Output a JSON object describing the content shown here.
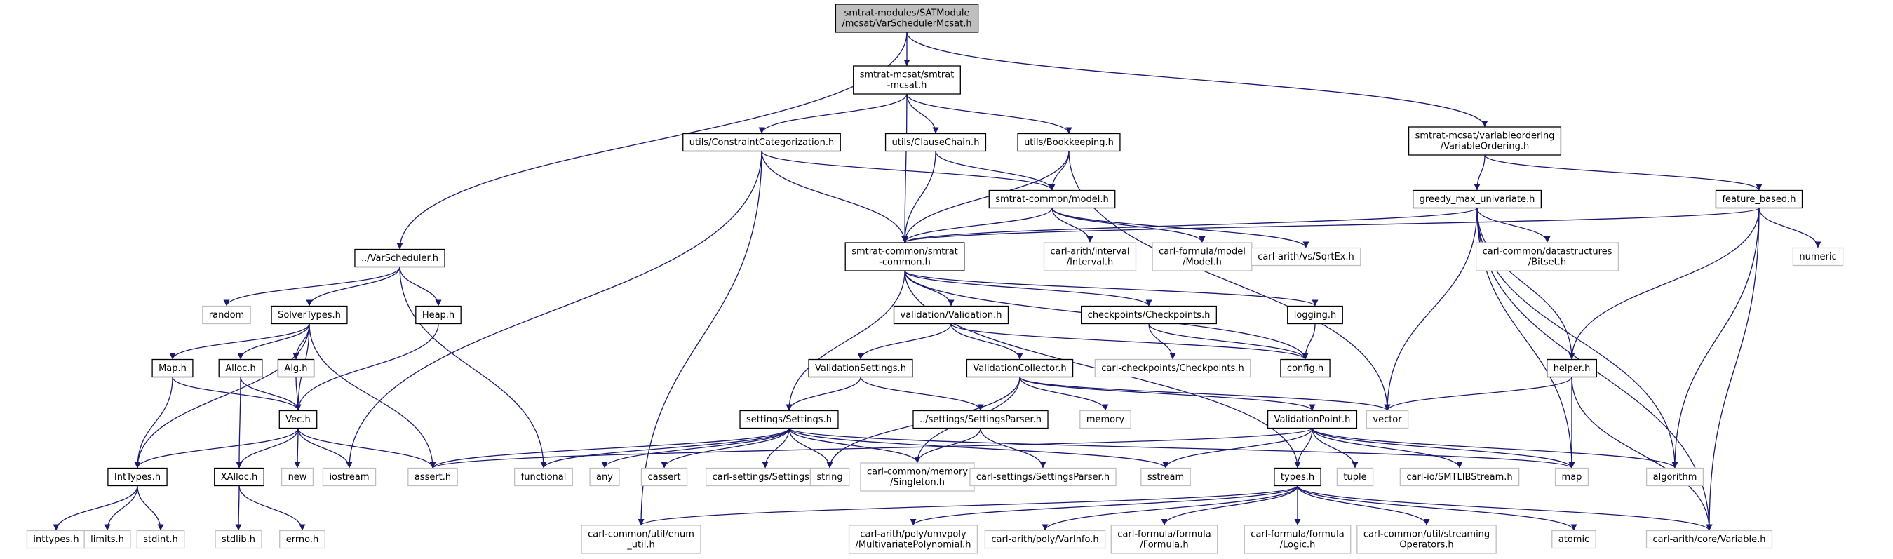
{
  "nodes": [
    {
      "id": "root",
      "lines": [
        "smtrat-modules/SATModule",
        "/mcsat/VarSchedulerMcsat.h"
      ],
      "kind": "root"
    },
    {
      "id": "smtrat_mcsat",
      "lines": [
        "smtrat-mcsat/smtrat",
        "-mcsat.h"
      ],
      "kind": "local"
    },
    {
      "id": "varordering",
      "lines": [
        "smtrat-mcsat/variableordering",
        "/VariableOrdering.h"
      ],
      "kind": "local"
    },
    {
      "id": "varscheduler",
      "lines": [
        "../VarScheduler.h"
      ],
      "kind": "local"
    },
    {
      "id": "constraintcat",
      "lines": [
        "utils/ConstraintCategorization.h"
      ],
      "kind": "local"
    },
    {
      "id": "clausechain",
      "lines": [
        "utils/ClauseChain.h"
      ],
      "kind": "local"
    },
    {
      "id": "bookkeeping",
      "lines": [
        "utils/Bookkeeping.h"
      ],
      "kind": "local"
    },
    {
      "id": "model",
      "lines": [
        "smtrat-common/model.h"
      ],
      "kind": "local"
    },
    {
      "id": "greedy",
      "lines": [
        "greedy_max_univariate.h"
      ],
      "kind": "local"
    },
    {
      "id": "feature",
      "lines": [
        "feature_based.h"
      ],
      "kind": "local"
    },
    {
      "id": "smtrat_common",
      "lines": [
        "smtrat-common/smtrat",
        "-common.h"
      ],
      "kind": "local"
    },
    {
      "id": "interval",
      "lines": [
        "carl-arith/interval",
        "/Interval.h"
      ],
      "kind": "external"
    },
    {
      "id": "fmodel",
      "lines": [
        "carl-formula/model",
        "/Model.h"
      ],
      "kind": "external"
    },
    {
      "id": "sqrtex",
      "lines": [
        "carl-arith/vs/SqrtEx.h"
      ],
      "kind": "external"
    },
    {
      "id": "bitset",
      "lines": [
        "carl-common/datastructures",
        "/Bitset.h"
      ],
      "kind": "external"
    },
    {
      "id": "numeric",
      "lines": [
        "numeric"
      ],
      "kind": "external"
    },
    {
      "id": "random",
      "lines": [
        "random"
      ],
      "kind": "external"
    },
    {
      "id": "solvertypes",
      "lines": [
        "SolverTypes.h"
      ],
      "kind": "local"
    },
    {
      "id": "heap",
      "lines": [
        "Heap.h"
      ],
      "kind": "local"
    },
    {
      "id": "validation",
      "lines": [
        "validation/Validation.h"
      ],
      "kind": "local"
    },
    {
      "id": "checkpoints",
      "lines": [
        "checkpoints/Checkpoints.h"
      ],
      "kind": "local"
    },
    {
      "id": "logging",
      "lines": [
        "logging.h"
      ],
      "kind": "local"
    },
    {
      "id": "maph",
      "lines": [
        "Map.h"
      ],
      "kind": "local"
    },
    {
      "id": "alloch",
      "lines": [
        "Alloc.h"
      ],
      "kind": "local"
    },
    {
      "id": "algh",
      "lines": [
        "Alg.h"
      ],
      "kind": "local"
    },
    {
      "id": "valsettings",
      "lines": [
        "ValidationSettings.h"
      ],
      "kind": "local"
    },
    {
      "id": "valcollector",
      "lines": [
        "ValidationCollector.h"
      ],
      "kind": "local"
    },
    {
      "id": "carlcheckpoints",
      "lines": [
        "carl-checkpoints/Checkpoints.h"
      ],
      "kind": "external"
    },
    {
      "id": "configh",
      "lines": [
        "config.h"
      ],
      "kind": "local"
    },
    {
      "id": "helperh",
      "lines": [
        "helper.h"
      ],
      "kind": "local"
    },
    {
      "id": "vech",
      "lines": [
        "Vec.h"
      ],
      "kind": "local"
    },
    {
      "id": "memory",
      "lines": [
        "memory"
      ],
      "kind": "external"
    },
    {
      "id": "vector",
      "lines": [
        "vector"
      ],
      "kind": "external"
    },
    {
      "id": "settings",
      "lines": [
        "settings/Settings.h"
      ],
      "kind": "local"
    },
    {
      "id": "settingsparser",
      "lines": [
        "../settings/SettingsParser.h"
      ],
      "kind": "local"
    },
    {
      "id": "valpoint",
      "lines": [
        "ValidationPoint.h"
      ],
      "kind": "local"
    },
    {
      "id": "inttypes",
      "lines": [
        "IntTypes.h"
      ],
      "kind": "local"
    },
    {
      "id": "xalloc",
      "lines": [
        "XAlloc.h"
      ],
      "kind": "local"
    },
    {
      "id": "new",
      "lines": [
        "new"
      ],
      "kind": "external"
    },
    {
      "id": "iostream",
      "lines": [
        "iostream"
      ],
      "kind": "external"
    },
    {
      "id": "asserth",
      "lines": [
        "assert.h"
      ],
      "kind": "external"
    },
    {
      "id": "functional",
      "lines": [
        "functional"
      ],
      "kind": "external"
    },
    {
      "id": "any",
      "lines": [
        "any"
      ],
      "kind": "external"
    },
    {
      "id": "cassert",
      "lines": [
        "cassert"
      ],
      "kind": "external"
    },
    {
      "id": "carlsettings",
      "lines": [
        "carl-settings/Settings.h"
      ],
      "kind": "external"
    },
    {
      "id": "string",
      "lines": [
        "string"
      ],
      "kind": "external"
    },
    {
      "id": "singleton",
      "lines": [
        "carl-common/memory",
        "/Singleton.h"
      ],
      "kind": "external"
    },
    {
      "id": "carlsettingsparser",
      "lines": [
        "carl-settings/SettingsParser.h"
      ],
      "kind": "external"
    },
    {
      "id": "sstream",
      "lines": [
        "sstream"
      ],
      "kind": "external"
    },
    {
      "id": "typesh",
      "lines": [
        "types.h"
      ],
      "kind": "local"
    },
    {
      "id": "tuple",
      "lines": [
        "tuple"
      ],
      "kind": "external"
    },
    {
      "id": "smtlibstream",
      "lines": [
        "carl-io/SMTLIBStream.h"
      ],
      "kind": "external"
    },
    {
      "id": "maps",
      "lines": [
        "map"
      ],
      "kind": "external"
    },
    {
      "id": "algorithm",
      "lines": [
        "algorithm"
      ],
      "kind": "external"
    },
    {
      "id": "inttypes_sys",
      "lines": [
        "inttypes.h"
      ],
      "kind": "external"
    },
    {
      "id": "limits",
      "lines": [
        "limits.h"
      ],
      "kind": "external"
    },
    {
      "id": "stdint",
      "lines": [
        "stdint.h"
      ],
      "kind": "external"
    },
    {
      "id": "stdlib",
      "lines": [
        "stdlib.h"
      ],
      "kind": "external"
    },
    {
      "id": "errno",
      "lines": [
        "errno.h"
      ],
      "kind": "external"
    },
    {
      "id": "enumutil",
      "lines": [
        "carl-common/util/enum",
        "_util.h"
      ],
      "kind": "external"
    },
    {
      "id": "multipoly",
      "lines": [
        "carl-arith/poly/umvpoly",
        "/MultivariatePolynomial.h"
      ],
      "kind": "external"
    },
    {
      "id": "varinfo",
      "lines": [
        "carl-arith/poly/VarInfo.h"
      ],
      "kind": "external"
    },
    {
      "id": "formula",
      "lines": [
        "carl-formula/formula",
        "/Formula.h"
      ],
      "kind": "external"
    },
    {
      "id": "logic",
      "lines": [
        "carl-formula/formula",
        "/Logic.h"
      ],
      "kind": "external"
    },
    {
      "id": "streamingops",
      "lines": [
        "carl-common/util/streaming",
        "Operators.h"
      ],
      "kind": "external"
    },
    {
      "id": "atomic",
      "lines": [
        "atomic"
      ],
      "kind": "external"
    },
    {
      "id": "variable",
      "lines": [
        "carl-arith/core/Variable.h"
      ],
      "kind": "external"
    }
  ],
  "edges": [
    [
      "root",
      "smtrat_mcsat"
    ],
    [
      "root",
      "varordering"
    ],
    [
      "root",
      "varscheduler"
    ],
    [
      "smtrat_mcsat",
      "constraintcat"
    ],
    [
      "smtrat_mcsat",
      "clausechain"
    ],
    [
      "smtrat_mcsat",
      "bookkeeping"
    ],
    [
      "smtrat_mcsat",
      "smtrat_common"
    ],
    [
      "constraintcat",
      "model"
    ],
    [
      "constraintcat",
      "smtrat_common"
    ],
    [
      "constraintcat",
      "iostream"
    ],
    [
      "constraintcat",
      "enumutil"
    ],
    [
      "clausechain",
      "model"
    ],
    [
      "clausechain",
      "smtrat_common"
    ],
    [
      "bookkeeping",
      "model"
    ],
    [
      "bookkeeping",
      "smtrat_common"
    ],
    [
      "bookkeeping",
      "vector"
    ],
    [
      "model",
      "smtrat_common"
    ],
    [
      "model",
      "interval"
    ],
    [
      "model",
      "fmodel"
    ],
    [
      "model",
      "sqrtex"
    ],
    [
      "varordering",
      "greedy"
    ],
    [
      "varordering",
      "feature"
    ],
    [
      "greedy",
      "smtrat_common"
    ],
    [
      "greedy",
      "bitset"
    ],
    [
      "greedy",
      "helperh"
    ],
    [
      "greedy",
      "vector"
    ],
    [
      "greedy",
      "maps"
    ],
    [
      "greedy",
      "algorithm"
    ],
    [
      "greedy",
      "variable"
    ],
    [
      "feature",
      "smtrat_common"
    ],
    [
      "feature",
      "numeric"
    ],
    [
      "feature",
      "helperh"
    ],
    [
      "feature",
      "algorithm"
    ],
    [
      "feature",
      "variable"
    ],
    [
      "smtrat_common",
      "validation"
    ],
    [
      "smtrat_common",
      "checkpoints"
    ],
    [
      "smtrat_common",
      "logging"
    ],
    [
      "smtrat_common",
      "configh"
    ],
    [
      "smtrat_common",
      "settings"
    ],
    [
      "smtrat_common",
      "typesh"
    ],
    [
      "validation",
      "valsettings"
    ],
    [
      "validation",
      "valcollector"
    ],
    [
      "validation",
      "configh"
    ],
    [
      "checkpoints",
      "carlcheckpoints"
    ],
    [
      "checkpoints",
      "configh"
    ],
    [
      "logging",
      "configh"
    ],
    [
      "valsettings",
      "settings"
    ],
    [
      "valsettings",
      "settingsparser"
    ],
    [
      "valcollector",
      "valpoint"
    ],
    [
      "valcollector",
      "memory"
    ],
    [
      "valcollector",
      "vector"
    ],
    [
      "valcollector",
      "string"
    ],
    [
      "valcollector",
      "singleton"
    ],
    [
      "settingsparser",
      "carlsettingsparser"
    ],
    [
      "settingsparser",
      "singleton"
    ],
    [
      "settings",
      "functional"
    ],
    [
      "settings",
      "any"
    ],
    [
      "settings",
      "cassert"
    ],
    [
      "settings",
      "carlsettings"
    ],
    [
      "settings",
      "string"
    ],
    [
      "settings",
      "singleton"
    ],
    [
      "settings",
      "sstream"
    ],
    [
      "settings",
      "maps"
    ],
    [
      "settings",
      "asserth"
    ],
    [
      "valpoint",
      "typesh"
    ],
    [
      "valpoint",
      "tuple"
    ],
    [
      "valpoint",
      "smtlibstream"
    ],
    [
      "valpoint",
      "sstream"
    ],
    [
      "valpoint",
      "maps"
    ],
    [
      "valpoint",
      "algorithm"
    ],
    [
      "valpoint",
      "asserth"
    ],
    [
      "typesh",
      "enumutil"
    ],
    [
      "typesh",
      "multipoly"
    ],
    [
      "typesh",
      "varinfo"
    ],
    [
      "typesh",
      "formula"
    ],
    [
      "typesh",
      "logic"
    ],
    [
      "typesh",
      "streamingops"
    ],
    [
      "typesh",
      "atomic"
    ],
    [
      "typesh",
      "variable"
    ],
    [
      "helperh",
      "vector"
    ],
    [
      "helperh",
      "maps"
    ],
    [
      "helperh",
      "variable"
    ],
    [
      "varscheduler",
      "random"
    ],
    [
      "varscheduler",
      "solvertypes"
    ],
    [
      "varscheduler",
      "heap"
    ],
    [
      "varscheduler",
      "functional"
    ],
    [
      "solvertypes",
      "maph"
    ],
    [
      "solvertypes",
      "alloch"
    ],
    [
      "solvertypes",
      "algh"
    ],
    [
      "solvertypes",
      "vech"
    ],
    [
      "solvertypes",
      "inttypes"
    ],
    [
      "solvertypes",
      "asserth"
    ],
    [
      "heap",
      "vech"
    ],
    [
      "maph",
      "vech"
    ],
    [
      "maph",
      "inttypes"
    ],
    [
      "alloch",
      "vech"
    ],
    [
      "alloch",
      "xalloc"
    ],
    [
      "algh",
      "vech"
    ],
    [
      "vech",
      "inttypes"
    ],
    [
      "vech",
      "xalloc"
    ],
    [
      "vech",
      "new"
    ],
    [
      "vech",
      "iostream"
    ],
    [
      "vech",
      "asserth"
    ],
    [
      "inttypes",
      "inttypes_sys"
    ],
    [
      "inttypes",
      "limits"
    ],
    [
      "inttypes",
      "stdint"
    ],
    [
      "xalloc",
      "stdlib"
    ],
    [
      "xalloc",
      "errno"
    ]
  ],
  "colors": {
    "edge": "#191970",
    "root_fill": "#bfbfbf",
    "local_border": "#000000",
    "external_border": "#bfbfbf",
    "text": "#000000"
  }
}
